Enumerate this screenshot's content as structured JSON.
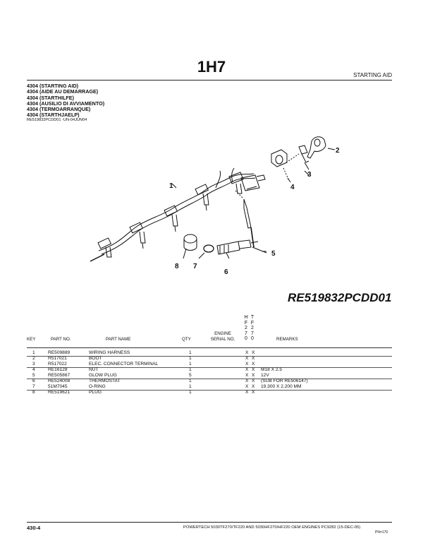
{
  "header": {
    "page_title": "1H7",
    "section_label": "STARTING AID"
  },
  "group_titles": [
    "4304 (STARTING AID)",
    "4304 (AIDE AU DEMARRAGE)",
    "4304 (STARTHILFE)",
    "4304 (AUSILIO DI AVVIAMENTO)",
    "4304 (TERMOARRANQUE)",
    "4304 (STARTHJAELP)"
  ],
  "illustration_ref": "RE519832PCDD01 -UN-04JUN04",
  "figure_code": "RE519832PCDD01",
  "callouts": [
    "1",
    "2",
    "3",
    "4",
    "5",
    "6",
    "7",
    "8"
  ],
  "table": {
    "headers": {
      "key": "KEY",
      "part_no": "PART NO.",
      "part_name": "PART NAME",
      "qty": "QTY",
      "engine_serial_top": "ENGINE",
      "engine_serial_bottom": "SERIAL NO.",
      "remarks": "REMARKS"
    },
    "vertical_cols": [
      {
        "chars": [
          "H",
          "F",
          "2",
          "7",
          "0"
        ]
      },
      {
        "chars": [
          "T",
          "F",
          "2",
          "7",
          "0"
        ]
      }
    ],
    "rows": [
      {
        "key": "1",
        "part_no": "RE509889",
        "part_name": "WIRING HARNESS",
        "qty": "1",
        "hf": "X",
        "tf": "X",
        "remarks": ""
      },
      {
        "key": "2",
        "part_no": "R517021",
        "part_name": "BOOT",
        "qty": "1",
        "hf": "X",
        "tf": "X",
        "remarks": ""
      },
      {
        "key": "3",
        "part_no": "R517022",
        "part_name": "ELEC. CONNECTOR TERMINAL",
        "qty": "1",
        "hf": "X",
        "tf": "X",
        "remarks": ""
      },
      {
        "key": "4",
        "part_no": "RE16128",
        "part_name": "NUT",
        "qty": "1",
        "hf": "X",
        "tf": "X",
        "remarks": "M18 X 2.5"
      },
      {
        "key": "5",
        "part_no": "RE505867",
        "part_name": "GLOW PLUG",
        "qty": "5",
        "hf": "X",
        "tf": "X",
        "remarks": "12V"
      },
      {
        "key": "6",
        "part_no": "RE524008",
        "part_name": "THERMOSTAT",
        "qty": "1",
        "hf": "X",
        "tf": "X",
        "remarks": "(SUB FOR RE506147)"
      },
      {
        "key": "7",
        "part_no": "51M7045",
        "part_name": "O-RING",
        "qty": "1",
        "hf": "X",
        "tf": "X",
        "remarks": "19.300 X 2.200 MM"
      },
      {
        "key": "8",
        "part_no": "RE519621",
        "part_name": "PLUG",
        "qty": "1",
        "hf": "X",
        "tf": "X",
        "remarks": ""
      }
    ]
  },
  "footer": {
    "page_number": "430-4",
    "center_text": "POWERTECH 5030TF270/TF220  AND 5030HF270/HF220 OEM ENGINES   PC9282   (15-DEC-05)",
    "sub_text": "PN=170"
  }
}
